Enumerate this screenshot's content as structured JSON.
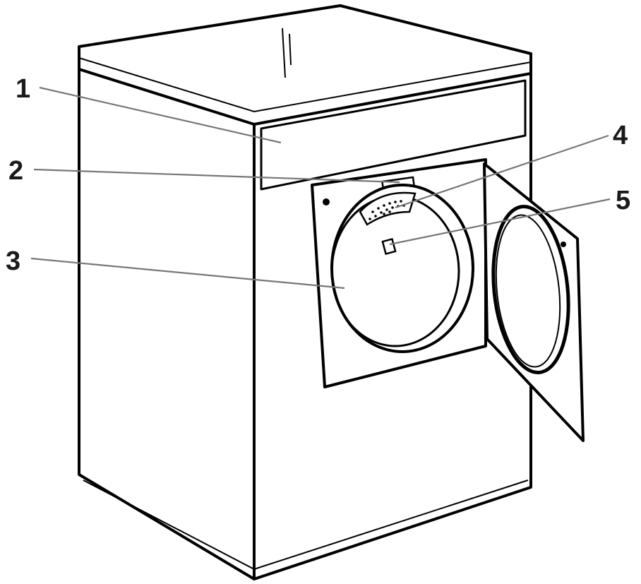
{
  "callouts": [
    {
      "id": "1",
      "label": "1"
    },
    {
      "id": "2",
      "label": "2"
    },
    {
      "id": "3",
      "label": "3"
    },
    {
      "id": "4",
      "label": "4"
    },
    {
      "id": "5",
      "label": "5"
    }
  ],
  "colors": {
    "line": "#000000",
    "leader": "#777777",
    "number": "#1a1a1a",
    "background": "#ffffff"
  }
}
